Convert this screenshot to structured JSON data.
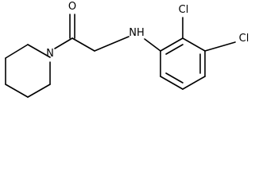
{
  "molecule": {
    "atoms": {
      "oxygen": "O",
      "piperidine_nitrogen": "N",
      "amine": "NH",
      "chlorine_2": "Cl",
      "chlorine_3": "Cl"
    },
    "colors": {
      "bond": "#000000",
      "label": "#000000",
      "background": "#ffffff"
    }
  }
}
